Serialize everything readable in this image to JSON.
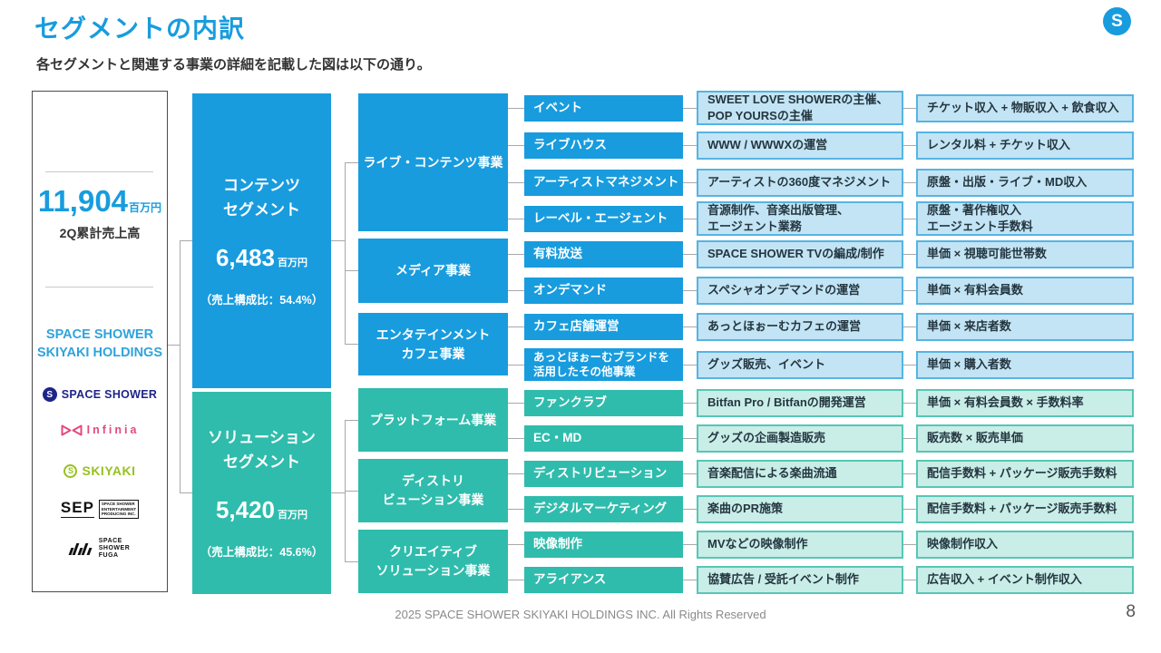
{
  "header": {
    "title": "セグメントの内訳",
    "subtitle": "各セグメントと関連する事業の詳細を記載した図は以下の通り。",
    "logo_letter": "S"
  },
  "holdings": {
    "total_value": "11,904",
    "total_unit": "百万円",
    "total_label": "2Q累計売上高",
    "name_lines": [
      "SPACE SHOWER",
      "SKIYAKI HOLDINGS"
    ],
    "logos": {
      "space_shower_icon": "S",
      "space_shower": "SPACE SHOWER",
      "infinia": "Infinia",
      "skiyaki_icon": "S",
      "skiyaki": "SKIYAKI",
      "sep": "SEP",
      "sep_lines": [
        "SPACE SHOWER",
        "ENTERTAINMENT",
        "PRODUCING INC."
      ],
      "fuga_lines": [
        "SPACE",
        "SHOWER",
        "FUGA"
      ]
    }
  },
  "segments": [
    {
      "name_lines": [
        "コンテンツ",
        "セグメント"
      ],
      "value": "6,483",
      "unit": "百万円",
      "ratio": "（売上構成比：54.4%）",
      "color": "#189CDE"
    },
    {
      "name_lines": [
        "ソリューション",
        "セグメント"
      ],
      "value": "5,420",
      "unit": "百万円",
      "ratio": "（売上構成比：45.6%）",
      "color": "#2FBCAC"
    }
  ],
  "businesses": [
    {
      "lines": [
        "ライブ・コンテンツ事業"
      ]
    },
    {
      "lines": [
        "メディア事業"
      ]
    },
    {
      "lines": [
        "エンタテインメント",
        "カフェ事業"
      ]
    },
    {
      "lines": [
        "プラットフォーム事業"
      ]
    },
    {
      "lines": [
        "ディストリ",
        "ビューション事業"
      ]
    },
    {
      "lines": [
        "クリエイティブ",
        "ソリューション事業"
      ]
    }
  ],
  "rows": [
    {
      "sub_lines": [
        "イベント"
      ],
      "desc_lines": [
        "SWEET LOVE SHOWERの主催、",
        "POP YOURSの主催"
      ],
      "rev_lines": [
        "チケット収入 + 物販収入 + 飲食収入"
      ]
    },
    {
      "sub_lines": [
        "ライブハウス"
      ],
      "desc_lines": [
        "WWW / WWWXの運営"
      ],
      "rev_lines": [
        "レンタル料 + チケット収入"
      ]
    },
    {
      "sub_lines": [
        "アーティストマネジメント"
      ],
      "desc_lines": [
        "アーティストの360度マネジメント"
      ],
      "rev_lines": [
        "原盤・出版・ライブ・MD収入"
      ]
    },
    {
      "sub_lines": [
        "レーベル・エージェント"
      ],
      "desc_lines": [
        "音源制作、音楽出版管理、",
        "エージェント業務"
      ],
      "rev_lines": [
        "原盤・著作権収入",
        "エージェント手数料"
      ]
    },
    {
      "sub_lines": [
        "有料放送"
      ],
      "desc_lines": [
        "SPACE SHOWER TVの編成/制作"
      ],
      "rev_lines": [
        "単価 × 視聴可能世帯数"
      ]
    },
    {
      "sub_lines": [
        "オンデマンド"
      ],
      "desc_lines": [
        "スペシャオンデマンドの運営"
      ],
      "rev_lines": [
        "単価 × 有料会員数"
      ]
    },
    {
      "sub_lines": [
        "カフェ店舗運営"
      ],
      "desc_lines": [
        "あっとほぉーむカフェの運営"
      ],
      "rev_lines": [
        "単価 × 来店者数"
      ]
    },
    {
      "sub_lines": [
        "あっとほぉーむブランドを",
        "活用したその他事業"
      ],
      "desc_lines": [
        "グッズ販売、イベント"
      ],
      "rev_lines": [
        "単価 × 購入者数"
      ]
    },
    {
      "sub_lines": [
        "ファンクラブ"
      ],
      "desc_lines": [
        "Bitfan Pro / Bitfanの開発運営"
      ],
      "rev_lines": [
        "単価 × 有料会員数 × 手数料率"
      ]
    },
    {
      "sub_lines": [
        "EC・MD"
      ],
      "desc_lines": [
        "グッズの企画製造販売"
      ],
      "rev_lines": [
        "販売数 × 販売単価"
      ]
    },
    {
      "sub_lines": [
        "ディストリビューション"
      ],
      "desc_lines": [
        "音楽配信による楽曲流通"
      ],
      "rev_lines": [
        "配信手数料 + パッケージ販売手数料"
      ]
    },
    {
      "sub_lines": [
        "デジタルマーケティング"
      ],
      "desc_lines": [
        "楽曲のPR施策"
      ],
      "rev_lines": [
        "配信手数料 + パッケージ販売手数料"
      ]
    },
    {
      "sub_lines": [
        "映像制作"
      ],
      "desc_lines": [
        "MVなどの映像制作"
      ],
      "rev_lines": [
        "映像制作収入"
      ]
    },
    {
      "sub_lines": [
        "アライアンス"
      ],
      "desc_lines": [
        "協賛広告 / 受託イベント制作"
      ],
      "rev_lines": [
        "広告収入 + イベント制作収入"
      ]
    }
  ],
  "footer": {
    "copyright": "2025 SPACE SHOWER SKIYAKI HOLDINGS INC. All Rights Reserved",
    "page_number": "8"
  },
  "colors": {
    "blue": "#189CDE",
    "teal": "#2FBCAC",
    "light_blue_fill": "#C3E4F4",
    "light_blue_border": "#55B4E4",
    "light_teal_fill": "#C9EDE7",
    "light_teal_border": "#57C6B6",
    "connector": "#A8A8A8",
    "logo_navy": "#1E2588",
    "logo_pink": "#E5497E",
    "logo_green": "#97C11F"
  }
}
